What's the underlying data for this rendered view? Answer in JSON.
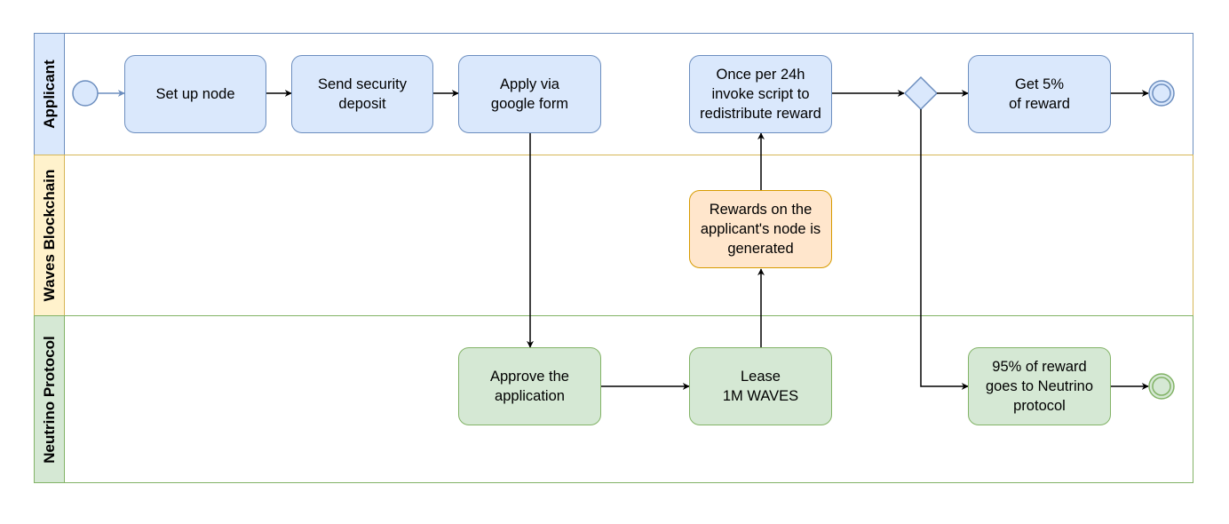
{
  "lanes": {
    "applicant": "Applicant",
    "waves": "Waves Blockchain",
    "neutrino": "Neutrino Protocol"
  },
  "tasks": {
    "setup_node": "Set up node",
    "send_deposit": "Send security\ndeposit",
    "apply_form": "Apply via\ngoogle form",
    "invoke_script": "Once per 24h\ninvoke script to\nredistribute reward",
    "get_reward": "Get 5%\nof reward",
    "rewards_generated": "Rewards on the\napplicant's node is\ngenerated",
    "approve_application": "Approve the\napplication",
    "lease_waves": "Lease\n1M WAVES",
    "neutrino_reward": "95% of reward\ngoes to Neutrino\nprotocol"
  },
  "colors": {
    "blue_fill": "#dae8fc",
    "blue_stroke": "#6c8ebf",
    "yellow_fill": "#fff2cc",
    "yellow_stroke": "#d6b656",
    "orange_fill": "#ffe6cc",
    "orange_stroke": "#d79b00",
    "green_fill": "#d5e8d4",
    "green_stroke": "#82b366"
  }
}
